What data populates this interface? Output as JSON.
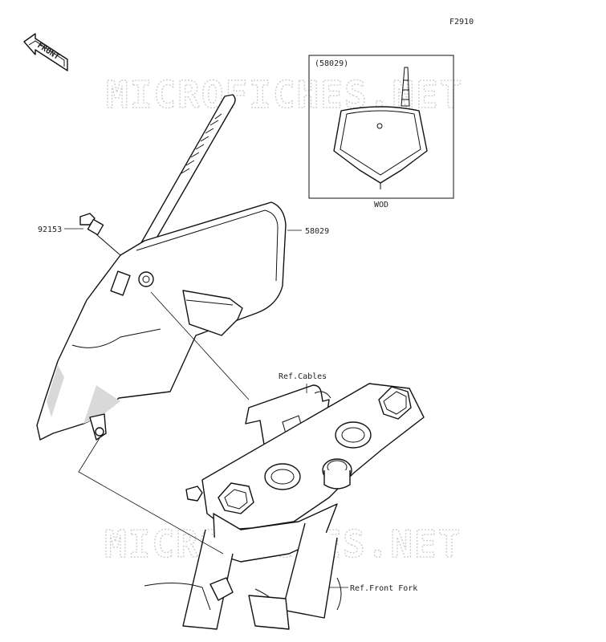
{
  "diagram": {
    "figure_code": "F2910",
    "front_arrow_text": "FRONT",
    "watermark_text": "MICROFICHES.NET",
    "inset_ref": "(58029)",
    "inset_caption": "WOD",
    "callouts": {
      "bolt": "92153",
      "plate": "58029",
      "cables": "Ref.Cables",
      "fork": "Ref.Front Fork"
    }
  }
}
